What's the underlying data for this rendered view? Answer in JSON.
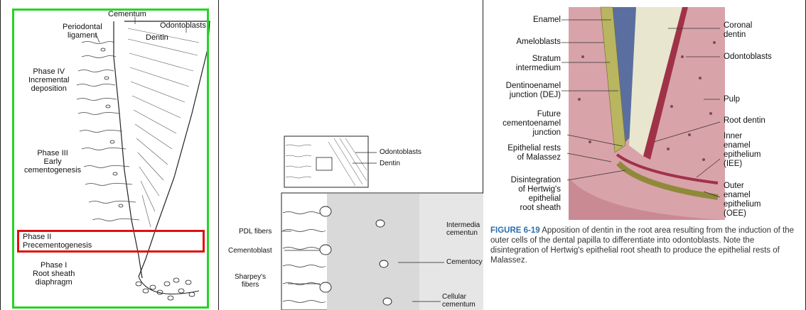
{
  "panel1": {
    "labels": {
      "periodontal_ligament": "Periodontal\nligament",
      "cementum": "Cementum",
      "odontoblasts": "Odontoblasts",
      "dentin": "Dentin",
      "phase4": "Phase IV\nIncremental\ndeposition",
      "phase3": "Phase III\nEarly\ncementogenesis",
      "phase2": "Phase II\nPrecementogenesis",
      "phase1": "Phase I\nRoot sheath\ndiaphragm"
    },
    "frame_color": "#22d622",
    "highlight_color": "#e01010"
  },
  "panel2": {
    "labels": {
      "odontoblasts": "Odontoblasts",
      "dentin": "Dentin",
      "pdl_fibers": "PDL fibers",
      "cementoblast": "Cementoblast",
      "sharpeys": "Sharpey's\nfibers",
      "intermediate": "Intermedia\ncementun",
      "cementocyte": "Cementocy",
      "cellular": "Cellular\ncementum"
    }
  },
  "panel3": {
    "left_labels": {
      "enamel": "Enamel",
      "ameloblasts": "Ameloblasts",
      "stratum": "Stratum\nintermedium",
      "dej": "Dentinoenamel\njunction (DEJ)",
      "cej": "Future\ncementoenamel\njunction",
      "rests": "Epithelial rests\nof Malassez",
      "hertwig": "Disintegration\nof Hertwig's\nepithelial\nroot sheath"
    },
    "right_labels": {
      "coronal": "Coronal\ndentin",
      "odontoblasts": "Odontoblasts",
      "pulp": "Pulp",
      "root_dentin": "Root dentin",
      "iee": "Inner\nenamel\nepithelium\n(IEE)",
      "oee": "Outer\nenamel\nepithelium\n(OEE)"
    },
    "caption_figure": "FIGURE 6-19",
    "caption_text": " Apposition of dentin in the root area resulting from the induction of the outer cells of the dental papilla to differentiate into odontoblasts. Note the disintegration of Hertwig's epithelial root sheath to produce the epithelial rests of Malassez."
  }
}
